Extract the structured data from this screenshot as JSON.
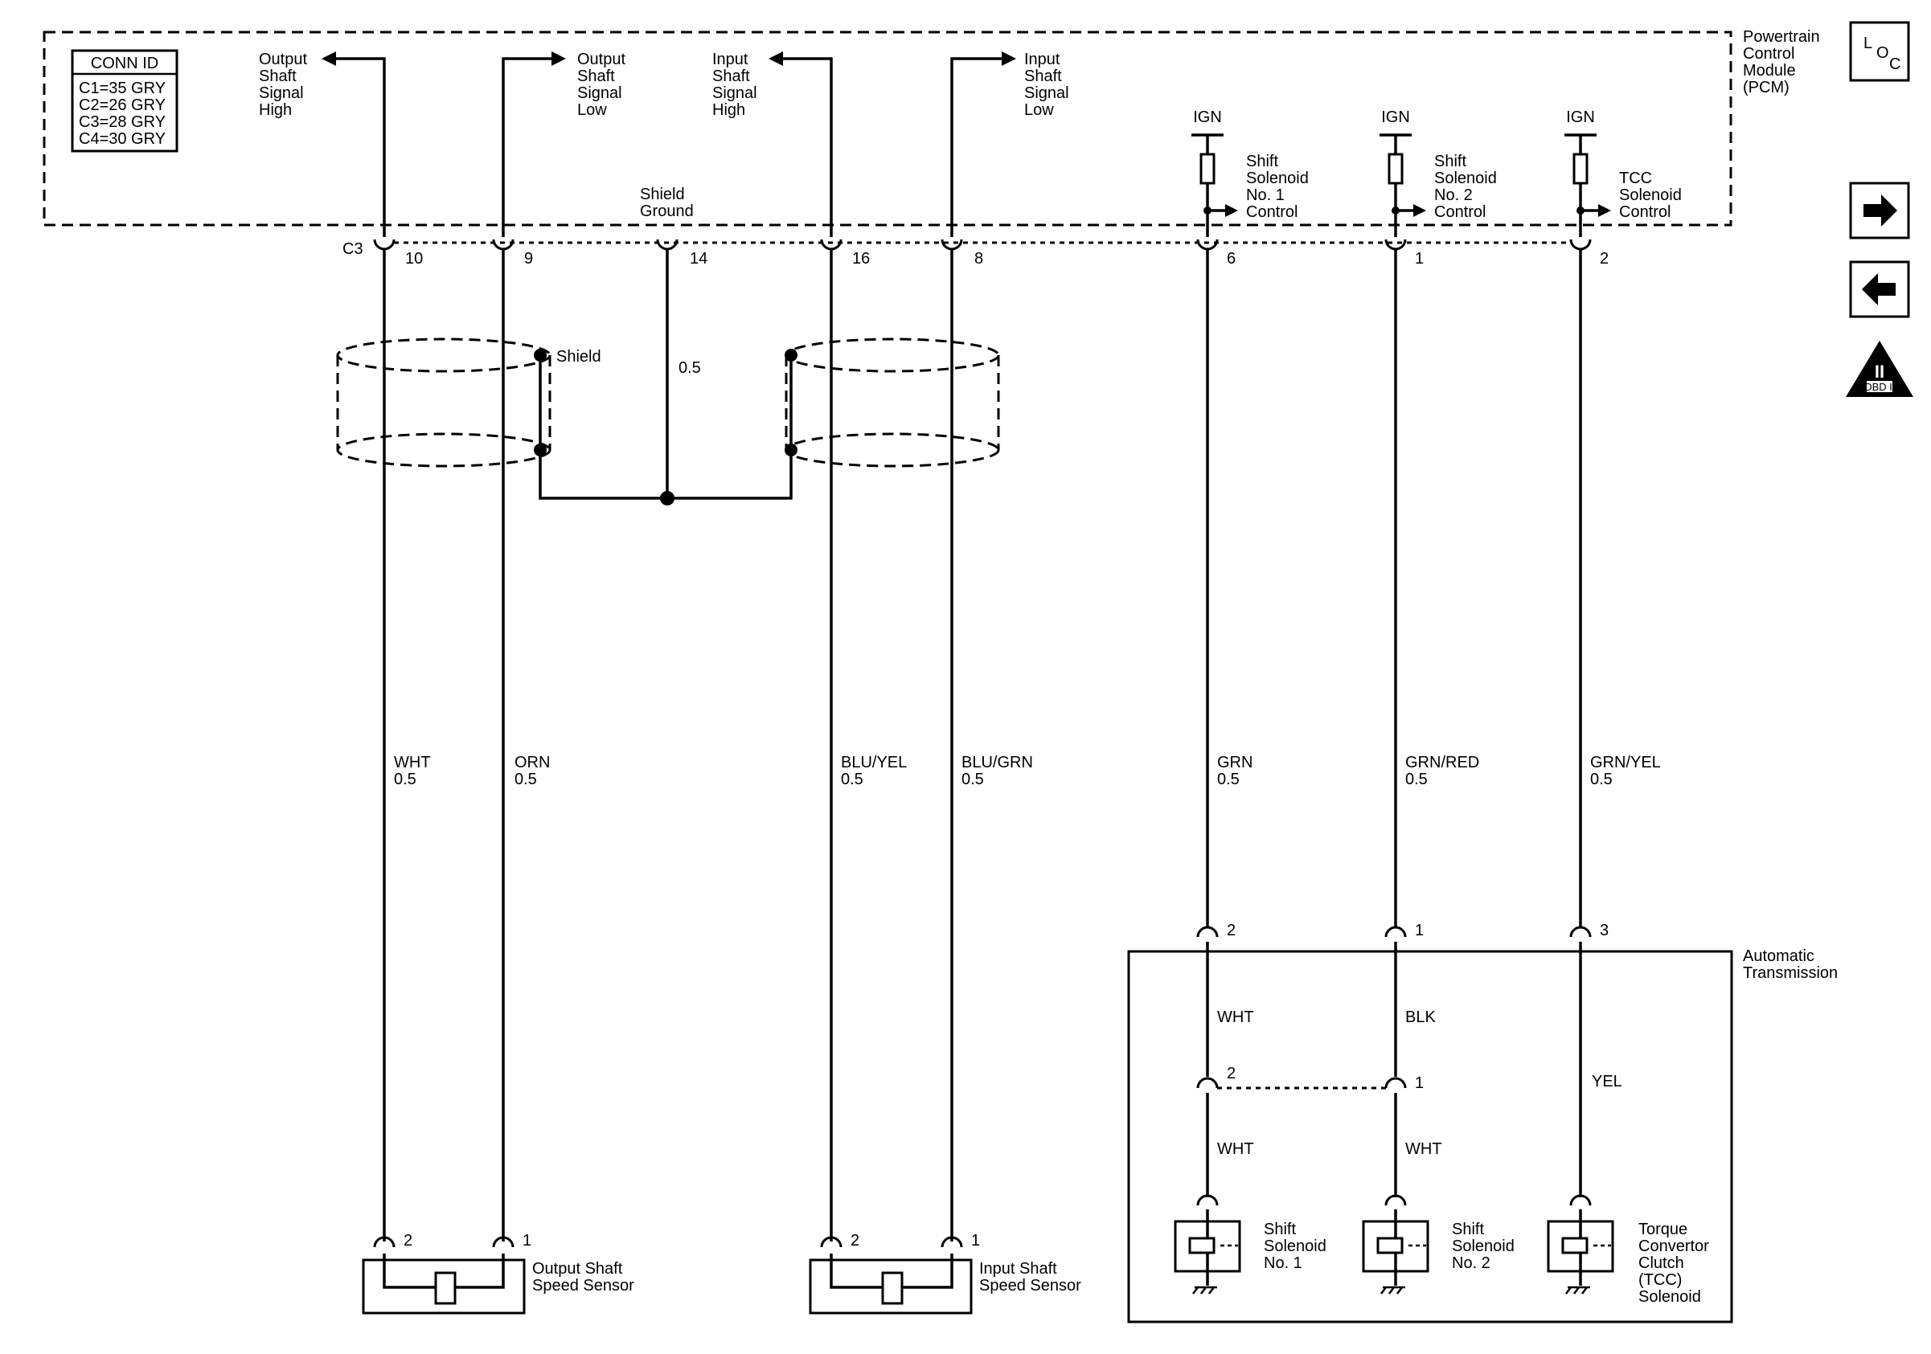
{
  "pcm": {
    "label": [
      "Powertrain",
      "Control",
      "Module",
      "(PCM)"
    ],
    "connector": "C3"
  },
  "conn_id": {
    "title": "CONN ID",
    "rows": [
      "C1=35 GRY",
      "C2=26 GRY",
      "C3=28 GRY",
      "C4=30 GRY"
    ]
  },
  "signals": {
    "output_high": [
      "Output",
      "Shaft",
      "Signal",
      "High"
    ],
    "output_low": [
      "Output",
      "Shaft",
      "Signal",
      "Low"
    ],
    "input_high": [
      "Input",
      "Shaft",
      "Signal",
      "High"
    ],
    "input_low": [
      "Input",
      "Shaft",
      "Signal",
      "Low"
    ],
    "shield_ground": [
      "Shield",
      "Ground"
    ]
  },
  "ign": "IGN",
  "controls": {
    "ss1": [
      "Shift",
      "Solenoid",
      "No. 1",
      "Control"
    ],
    "ss2": [
      "Shift",
      "Solenoid",
      "No. 2",
      "Control"
    ],
    "tcc": [
      "TCC",
      "Solenoid",
      "Control"
    ]
  },
  "pins": {
    "p10": "10",
    "p9": "9",
    "p14": "14",
    "p16": "16",
    "p8": "8",
    "p6": "6",
    "p1": "1",
    "p2": "2"
  },
  "shield": {
    "label": "Shield",
    "gauge": "0.5"
  },
  "wires": {
    "w1": {
      "color": "WHT",
      "gauge": "0.5"
    },
    "w2": {
      "color": "ORN",
      "gauge": "0.5"
    },
    "w3": {
      "color": "BLU/YEL",
      "gauge": "0.5"
    },
    "w4": {
      "color": "BLU/GRN",
      "gauge": "0.5"
    },
    "w5": {
      "color": "GRN",
      "gauge": "0.5"
    },
    "w6": {
      "color": "GRN/RED",
      "gauge": "0.5"
    },
    "w7": {
      "color": "GRN/YEL",
      "gauge": "0.5"
    }
  },
  "trans": {
    "label": [
      "Automatic",
      "Transmission"
    ],
    "pin_a": "2",
    "pin_b": "1",
    "pin_c": "3",
    "inner_a": "2",
    "inner_b": "1",
    "wire_a_top": "WHT",
    "wire_b_top": "BLK",
    "wire_c": "YEL",
    "wire_a_bot": "WHT",
    "wire_b_bot": "WHT"
  },
  "solenoids": {
    "ss1": [
      "Shift",
      "Solenoid",
      "No. 1"
    ],
    "ss2": [
      "Shift",
      "Solenoid",
      "No. 2"
    ],
    "tcc": [
      "Torque",
      "Convertor",
      "Clutch",
      "(TCC)",
      "Solenoid"
    ]
  },
  "sensors": {
    "output": [
      "Output Shaft",
      "Speed Sensor"
    ],
    "input": [
      "Input Shaft",
      "Speed Sensor"
    ],
    "pin2": "2",
    "pin1": "1"
  },
  "nav": {
    "loc_top": "L",
    "loc_mid": "O",
    "loc_bot": "C",
    "obd_numeral": "II",
    "obd_text": "OBD II"
  }
}
